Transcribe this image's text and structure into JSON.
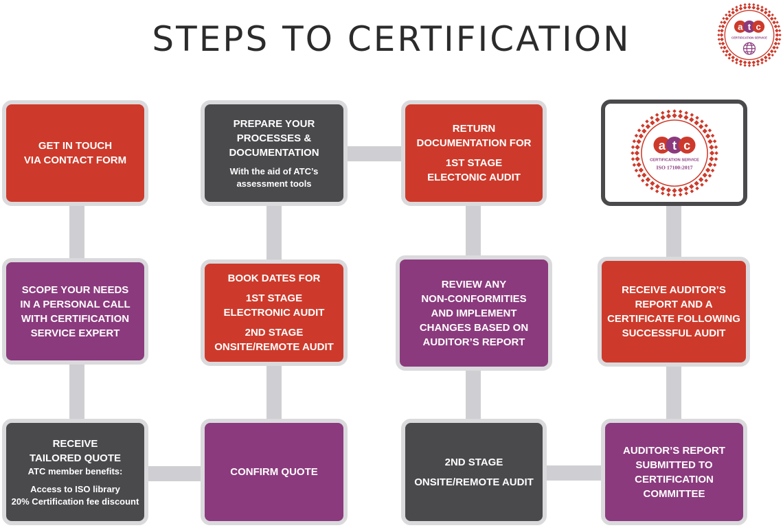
{
  "title": "STEPS TO CERTIFICATION",
  "colors": {
    "red": "#cd3a2b",
    "purple": "#8b3a7d",
    "dark": "#4a4a4d",
    "connector": "#cfcfd3"
  },
  "logo": {
    "wordmark": "atc",
    "tagline": "CERTIFICATION SERVICE",
    "iso": "ISO 17100:2017",
    "icon": "globe-icon"
  },
  "steps": {
    "get_in_touch": {
      "title": "GET IN TOUCH\nVIA CONTACT FORM"
    },
    "scope_needs": {
      "title": "SCOPE YOUR NEEDS\nIN A PERSONAL CALL\nWITH CERTIFICATION\nSERVICE EXPERT"
    },
    "receive_quote": {
      "title": "RECEIVE\nTAILORED QUOTE",
      "subtitle": "ATC member benefits:",
      "benefits": "Access to ISO library\n20% Certification fee discount"
    },
    "prepare_processes": {
      "title": "PREPARE YOUR\nPROCESSES &\nDOCUMENTATION",
      "subtitle": "With the aid of ATC’s\nassessment tools"
    },
    "book_dates": {
      "title": "BOOK DATES FOR",
      "stage1": "1ST STAGE\nELECTRONIC AUDIT",
      "stage2": "2ND STAGE\nONSITE/REMOTE AUDIT"
    },
    "confirm_quote": {
      "title": "CONFIRM QUOTE"
    },
    "return_docs": {
      "title": "RETURN\nDOCUMENTATION FOR",
      "stage": "1ST STAGE\nELECTONIC AUDIT"
    },
    "review_nc": {
      "title": "REVIEW ANY\nNON-CONFORMITIES\nAND IMPLEMENT\nCHANGES BASED ON\nAUDITOR’S REPORT"
    },
    "second_stage": {
      "title": "2ND STAGE",
      "subtitle": "ONSITE/REMOTE AUDIT"
    },
    "receive_report": {
      "title": "RECEIVE AUDITOR’S\nREPORT AND A\nCERTIFICATE FOLLOWING\nSUCCESSFUL AUDIT"
    },
    "report_submitted": {
      "title": "AUDITOR’S REPORT\nSUBMITTED TO\nCERTIFICATION\nCOMMITTEE"
    }
  }
}
